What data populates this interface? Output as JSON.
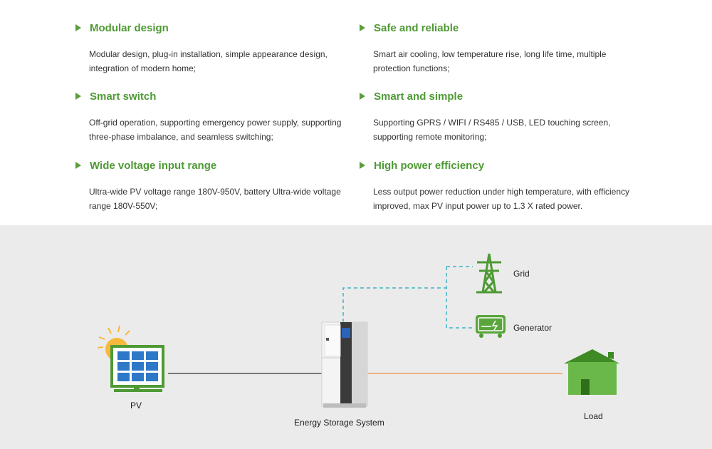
{
  "features": [
    {
      "title": "Modular design",
      "desc": "Modular design, plug-in installation, simple appearance design, integration of modern home;"
    },
    {
      "title": "Safe and reliable",
      "desc": "Smart air cooling, low temperature rise, long life time, multiple protection functions;"
    },
    {
      "title": "Smart switch",
      "desc": "Off-grid operation, supporting emergency power supply, supporting three-phase imbalance, and seamless switching;"
    },
    {
      "title": "Smart and simple",
      "desc": "Supporting GPRS / WIFI / RS485 / USB, LED touching screen, supporting remote monitoring;"
    },
    {
      "title": "Wide voltage input range",
      "desc": "Ultra-wide PV voltage range 180V-950V, battery Ultra-wide voltage range 180V-550V;"
    },
    {
      "title": "High power efficiency",
      "desc": "Less output power reduction under high temperature, with efficiency improved, max PV input power up to 1.3 X rated power."
    }
  ],
  "diagram": {
    "pv_label": "PV",
    "ess_label": "Energy Storage System",
    "grid_label": "Grid",
    "generator_label": "Generator",
    "load_label": "Load"
  },
  "colors": {
    "accent_green": "#4e9a34",
    "dashed_line": "#3fb3c4",
    "load_line": "#f0a060",
    "pv_line": "#555555"
  }
}
